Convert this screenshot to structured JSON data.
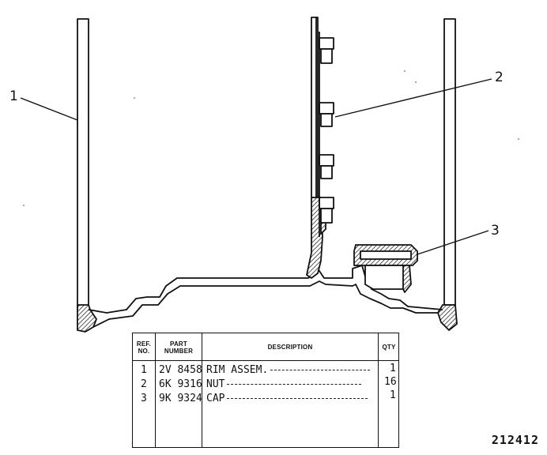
{
  "callouts": [
    "1",
    "2",
    "3"
  ],
  "table": {
    "headers": {
      "ref": [
        "REF.",
        "NO."
      ],
      "part": [
        "PART",
        "NUMBER"
      ],
      "desc": "DESCRIPTION",
      "qty": "QTY"
    },
    "rows": [
      {
        "ref": "1",
        "part": "2V 8458",
        "desc": "RIM ASSEM.",
        "qty": "1"
      },
      {
        "ref": "2",
        "part": "6K 9316",
        "desc": "NUT",
        "qty": "16"
      },
      {
        "ref": "3",
        "part": "9K 9324",
        "desc": "CAP",
        "qty": "1"
      }
    ]
  },
  "drawing_number": "212412"
}
